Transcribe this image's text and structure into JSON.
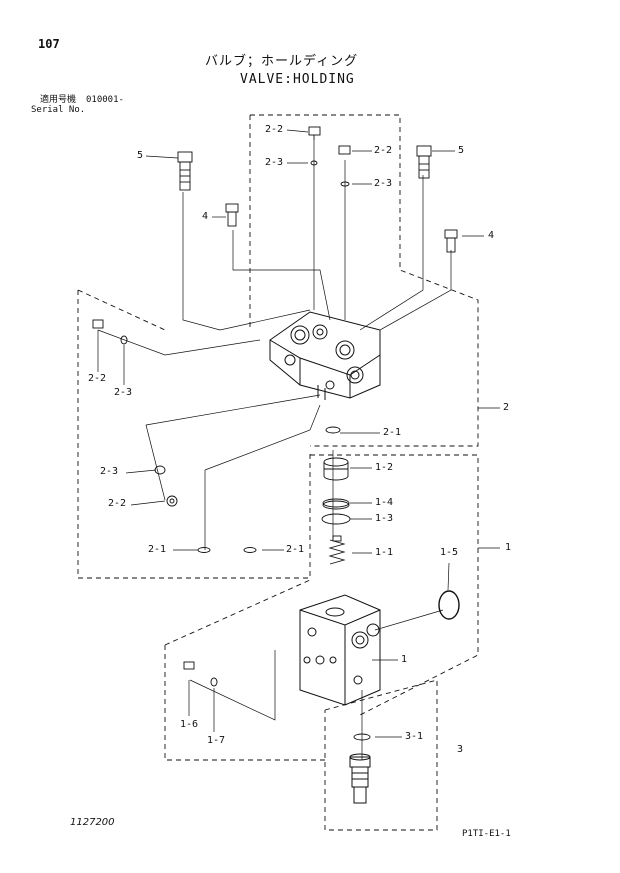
{
  "page_number": "107",
  "title_jp": "バルブ；ホールディング",
  "title_en": "VALVE:HOLDING",
  "serial": {
    "label_jp": "適用号機",
    "range": "010001-",
    "label_en": "Serial No."
  },
  "callouts": {
    "c22_top": "2-2",
    "c23_top": "2-3",
    "c22_right": "2-2",
    "c23_right": "2-3",
    "c5_left": "5",
    "c5_right": "5",
    "c4_left": "4",
    "c4_right": "4",
    "c22_left": "2-2",
    "c23_left": "2-3",
    "c2": "2",
    "c21_mid": "2-1",
    "c23_low": "2-3",
    "c22_low": "2-2",
    "c12": "1-2",
    "c14": "1-4",
    "c13": "1-3",
    "c21_a": "2-1",
    "c21_b": "2-1",
    "c11": "1-1",
    "c15": "1-5",
    "c1_right": "1",
    "c1_body": "1",
    "c16": "1-6",
    "c17": "1-7",
    "c31": "3-1",
    "c3": "3"
  },
  "drawing_number": "1127200",
  "page_code": "P1TI-E1-1"
}
